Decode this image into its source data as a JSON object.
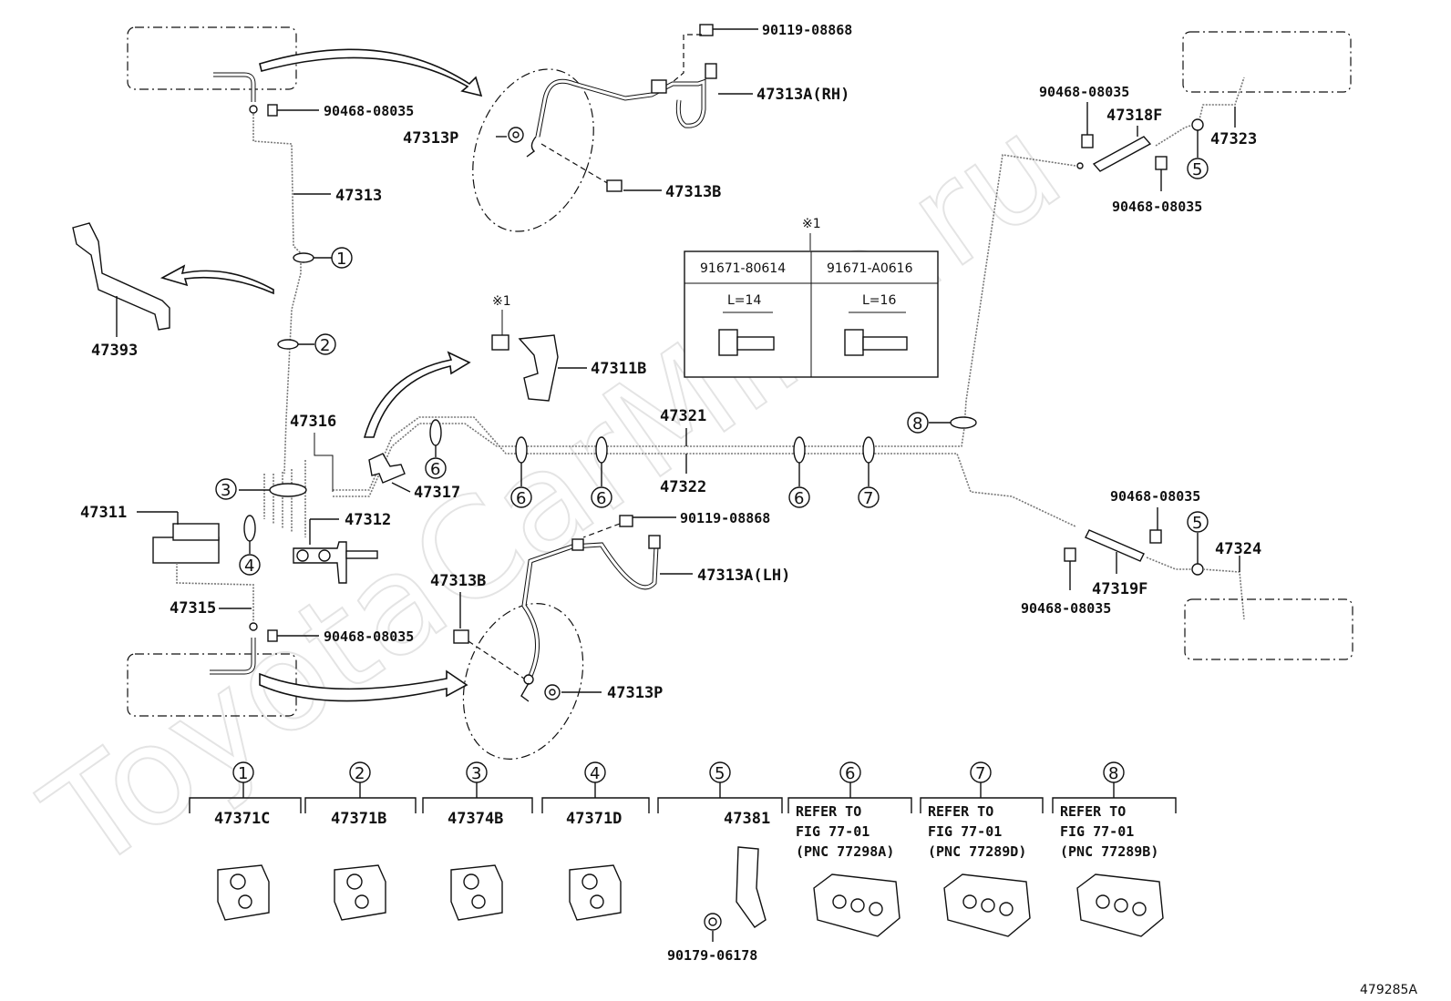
{
  "figure_code": "479285A",
  "watermark": "ToyotaCarMine.ru",
  "parts": {
    "p47313A_RH": "47313A(RH)",
    "p47313A_LH": "47313A(LH)",
    "p47313B_top": "47313B",
    "p47313B_bottom": "47313B",
    "p47313P_top": "47313P",
    "p47313P_bottom": "47313P",
    "p47313": "47313",
    "p47393": "47393",
    "p47311B": "47311B",
    "p47316": "47316",
    "p47317": "47317",
    "p47311": "47311",
    "p47312": "47312",
    "p47315": "47315",
    "p47321": "47321",
    "p47322": "47322",
    "p47318F": "47318F",
    "p47323": "47323",
    "p47319F": "47319F",
    "p47324": "47324",
    "bolt_top": "90119-08868",
    "bolt_mid": "90119-08868",
    "clip_top_left": "90468-08035",
    "clip_bottom_left": "90468-08035",
    "clip_top_right_a": "90468-08035",
    "clip_top_right_b": "90468-08035",
    "clip_bottom_right_a": "90468-08035",
    "clip_bottom_right_b": "90468-08035"
  },
  "note_mark": "※1",
  "bolt_table": {
    "mark": "※1",
    "columns": [
      {
        "part": "91671-80614",
        "length": "L=14"
      },
      {
        "part": "91671-A0616",
        "length": "L=16"
      }
    ]
  },
  "callouts": [
    "1",
    "2",
    "3",
    "4",
    "5",
    "6",
    "7",
    "8"
  ],
  "legend": [
    {
      "num": "1",
      "part": "47371C"
    },
    {
      "num": "2",
      "part": "47371B"
    },
    {
      "num": "3",
      "part": "47374B"
    },
    {
      "num": "4",
      "part": "47371D"
    },
    {
      "num": "5",
      "part": "47381",
      "extra": "90179-06178"
    },
    {
      "num": "6",
      "refer": [
        "REFER TO",
        "FIG 77-01",
        "(PNC 77298A)"
      ]
    },
    {
      "num": "7",
      "refer": [
        "REFER TO",
        "FIG 77-01",
        "(PNC 77289D)"
      ]
    },
    {
      "num": "8",
      "refer": [
        "REFER TO",
        "FIG 77-01",
        "(PNC 77289B)"
      ]
    }
  ]
}
